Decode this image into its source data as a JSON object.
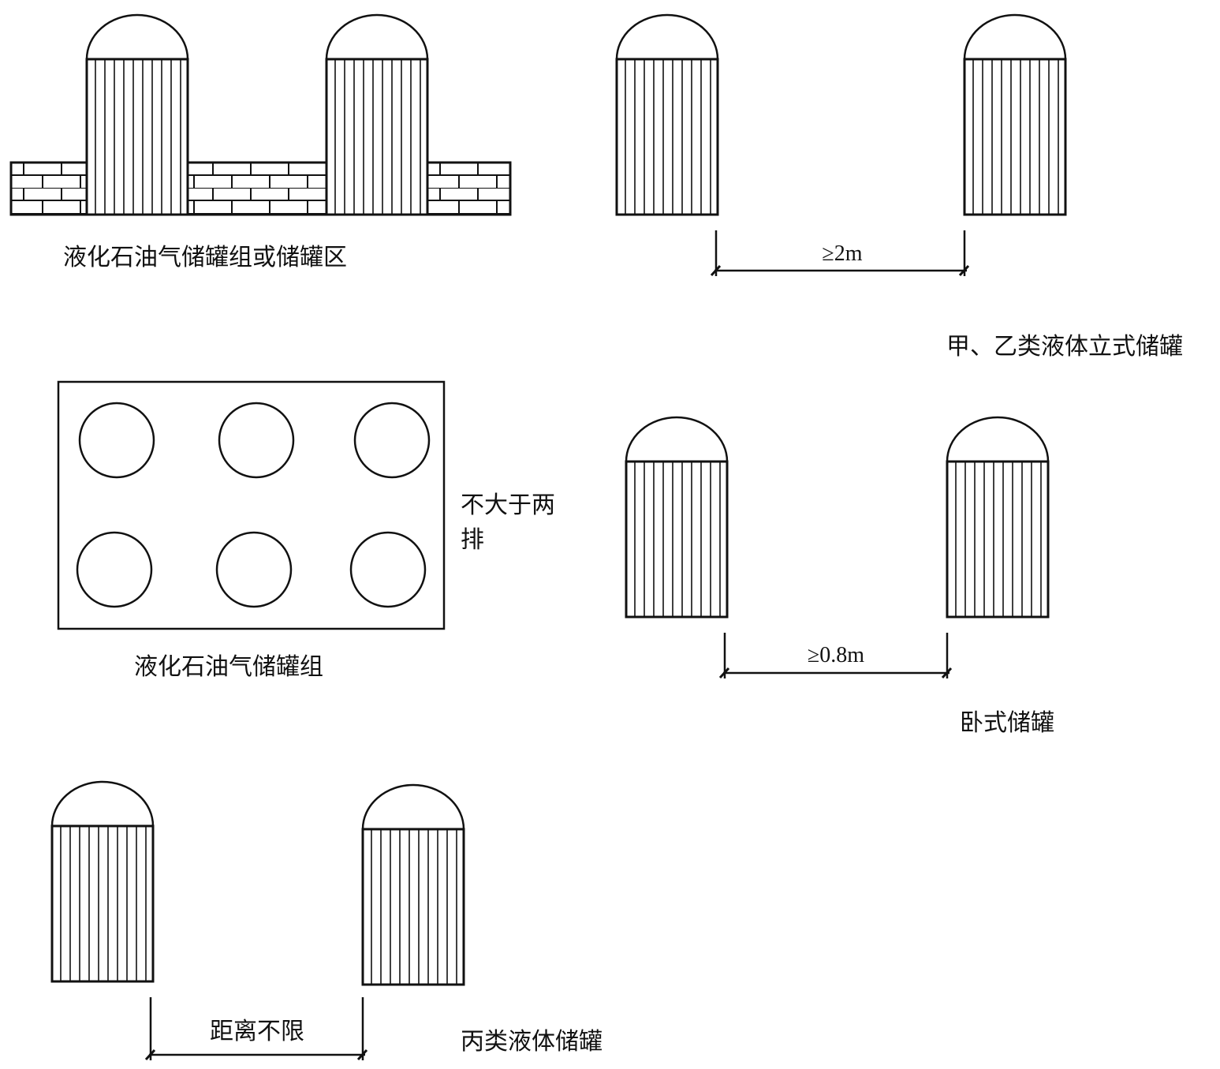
{
  "captions": {
    "lpg_area": "液化石油气储罐组或储罐区",
    "class_ab_vertical": "甲、乙类液体立式储罐",
    "lpg_group": "液化石油气储罐组",
    "max_two_rows_line1": "不大于两",
    "max_two_rows_line2": "排",
    "horizontal_tank": "卧式储罐",
    "class_c_tank": "丙类液体储罐"
  },
  "dimensions": {
    "min_2m": "≥2m",
    "min_08m": "≥0.8m",
    "unlimited": "距离不限"
  }
}
